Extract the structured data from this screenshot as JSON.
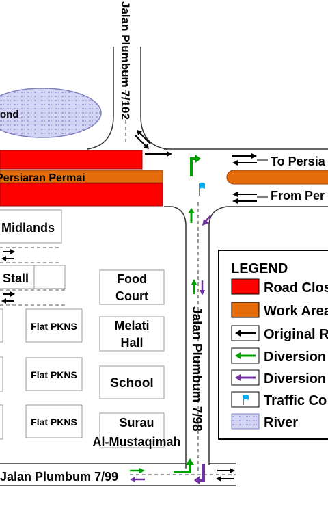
{
  "roads": {
    "top_vertical": "Jalan Plumbum 7/102",
    "main_horizontal": "Persiaran Permai",
    "side_vertical": "Jalan Plumbum 7/98",
    "bottom_horizontal": "Jalan Plumbum 7/99"
  },
  "directions": {
    "to": "To Persia",
    "from": "From Per"
  },
  "places": {
    "pond": "ond",
    "midlands": "Midlands",
    "stall": "Stall",
    "food_court_1": "Food",
    "food_court_2": "Court",
    "melati_1": "Melati",
    "melati_2": "Hall",
    "flat_1": "Flat PKNS",
    "flat_2": "Flat PKNS",
    "flat_3": "Flat PKNS",
    "school": "School",
    "surau_1": "Surau",
    "surau_2": "Al-Mustaqimah"
  },
  "legend": {
    "title": "LEGEND",
    "items": [
      {
        "label": "Road Clos",
        "swatch": "road-closed",
        "color": "#ff0000"
      },
      {
        "label": "Work Area",
        "swatch": "work-area",
        "color": "#e46c0a"
      },
      {
        "label": "Original R",
        "swatch": "original-route",
        "color": "#000000"
      },
      {
        "label": "Diversion",
        "swatch": "diversion-green",
        "color": "#00a000"
      },
      {
        "label": "Diversion",
        "swatch": "diversion-purple",
        "color": "#7030a0"
      },
      {
        "label": "Traffic Co",
        "swatch": "traffic-control-flag",
        "color": "#00b0f0"
      },
      {
        "label": "River",
        "swatch": "river",
        "color": "#c8c8f0"
      }
    ]
  }
}
